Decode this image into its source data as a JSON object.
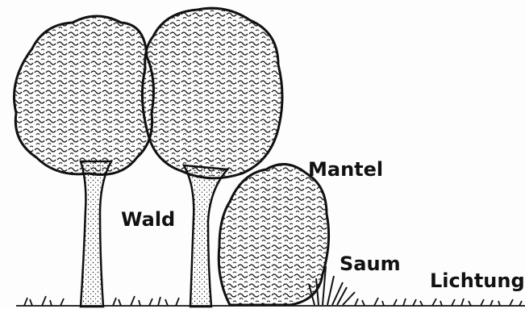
{
  "labels": {
    "wald": "Wald",
    "mantel": "Mantel",
    "saum": "Saum",
    "lichtung": "Lichtung"
  },
  "colors": {
    "ink": "#111111",
    "foliage": "#ffffff",
    "paper": "#fdfdfd"
  },
  "illustration": {
    "trees": [
      "tree-left",
      "tree-right"
    ],
    "shrub": "shrub",
    "ground": "ground-grass"
  }
}
